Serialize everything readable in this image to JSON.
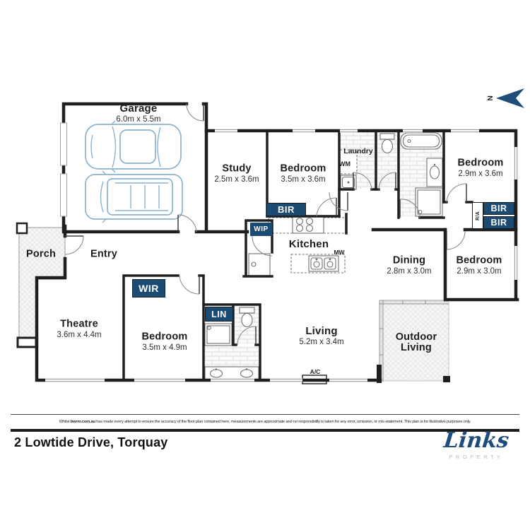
{
  "compass": {
    "label": "N"
  },
  "rooms": {
    "garage": {
      "name": "Garage",
      "dims": "6.0m x 5.5m"
    },
    "study": {
      "name": "Study",
      "dims": "2.5m x 3.6m"
    },
    "bedroom_2": {
      "name": "Bedroom",
      "dims": "3.5m x 3.6m"
    },
    "laundry": {
      "name": "Laundry"
    },
    "bedroom_3": {
      "name": "Bedroom",
      "dims": "2.9m x 3.6m"
    },
    "kitchen": {
      "name": "Kitchen"
    },
    "dining": {
      "name": "Dining",
      "dims": "2.8m x 3.0m"
    },
    "bedroom_4": {
      "name": "Bedroom",
      "dims": "2.9m x 3.0m"
    },
    "porch": {
      "name": "Porch"
    },
    "entry": {
      "name": "Entry"
    },
    "theatre": {
      "name": "Theatre",
      "dims": "3.6m x 4.4m"
    },
    "master_bedroom": {
      "name": "Bedroom",
      "dims": "3.5m x 4.9m"
    },
    "living": {
      "name": "Living",
      "dims": "5.2m x 3.4m"
    },
    "outdoor_living": {
      "line1": "Outdoor",
      "line2": "Living"
    }
  },
  "tags": {
    "bir": "BIR",
    "wir": "WIR",
    "wip": "WIP",
    "lin": "LIN",
    "wm": "WM",
    "mw": "MW",
    "ac": "A/C",
    "ra": "R/A"
  },
  "footer": {
    "disclaimer_prefix": "Whilst ",
    "disclaimer_brand": "bwrm.com.au",
    "disclaimer_rest": " has made every attempt to ensure the accuracy of the floor plan contained here, measurements are approximate and no responsibility is taken for any error, omission, or mis-statement. This plan is for illustrative purposes only.",
    "address": "2 Lowtide Drive, Torquay",
    "logo_brand": "Links",
    "logo_sub": "PROPERTY"
  },
  "colors": {
    "accent": "#1b4a73",
    "wall": "#1f1f1f",
    "car": "#8ab3cd"
  }
}
